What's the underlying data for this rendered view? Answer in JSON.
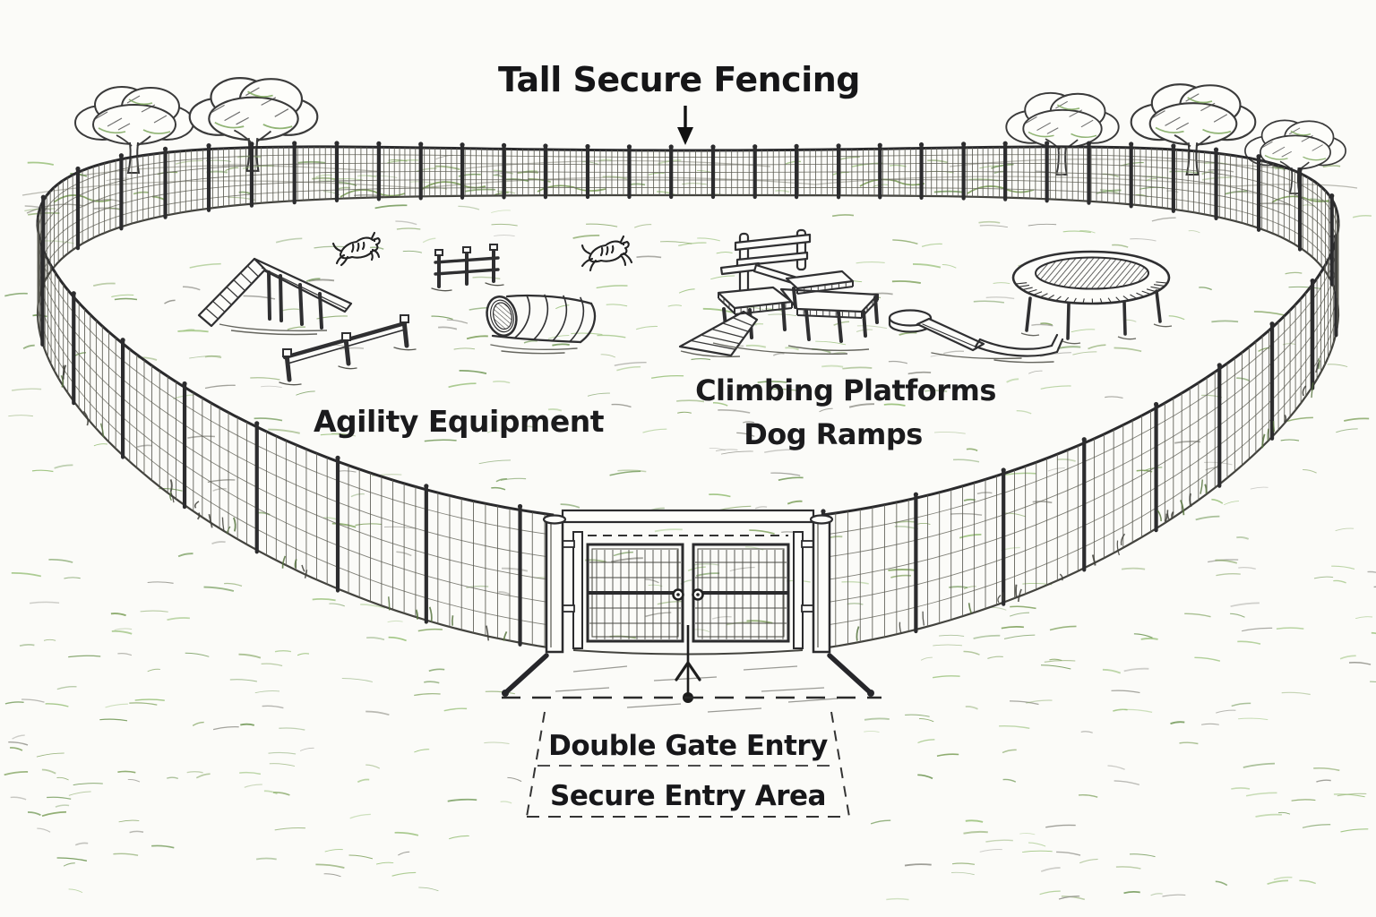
{
  "diagram": {
    "type": "hand-drawn dog park enclosure sketch",
    "title": "Tall Secure Fencing",
    "labels": {
      "agility": "Agility Equipment",
      "climbing_line1": "Climbing Platforms",
      "climbing_line2": "Dog Ramps",
      "entry_line1": "Double Gate Entry",
      "entry_line2": "Secure Entry Area"
    },
    "features": [
      "perimeter-mesh-fence",
      "double-gate",
      "secure-entry-area",
      "a-frame-ramp",
      "double-bar-jump",
      "low-jump-bar",
      "agility-tunnel",
      "running-dog-left",
      "running-dog-right",
      "climbing-platforms",
      "dog-ramp-left",
      "dog-ramp-right",
      "round-platform",
      "trees",
      "grass-field"
    ],
    "colors": {
      "ink": "#2a2a2c",
      "ground_line": "#43433e",
      "wire": "#5a5a52",
      "green1": "#7da05a",
      "green2": "#93bd72",
      "green3": "#6b9450",
      "gray_grass": "#8f8f88",
      "paper": "#fbfbf8",
      "text": "#1b1b1d"
    }
  }
}
